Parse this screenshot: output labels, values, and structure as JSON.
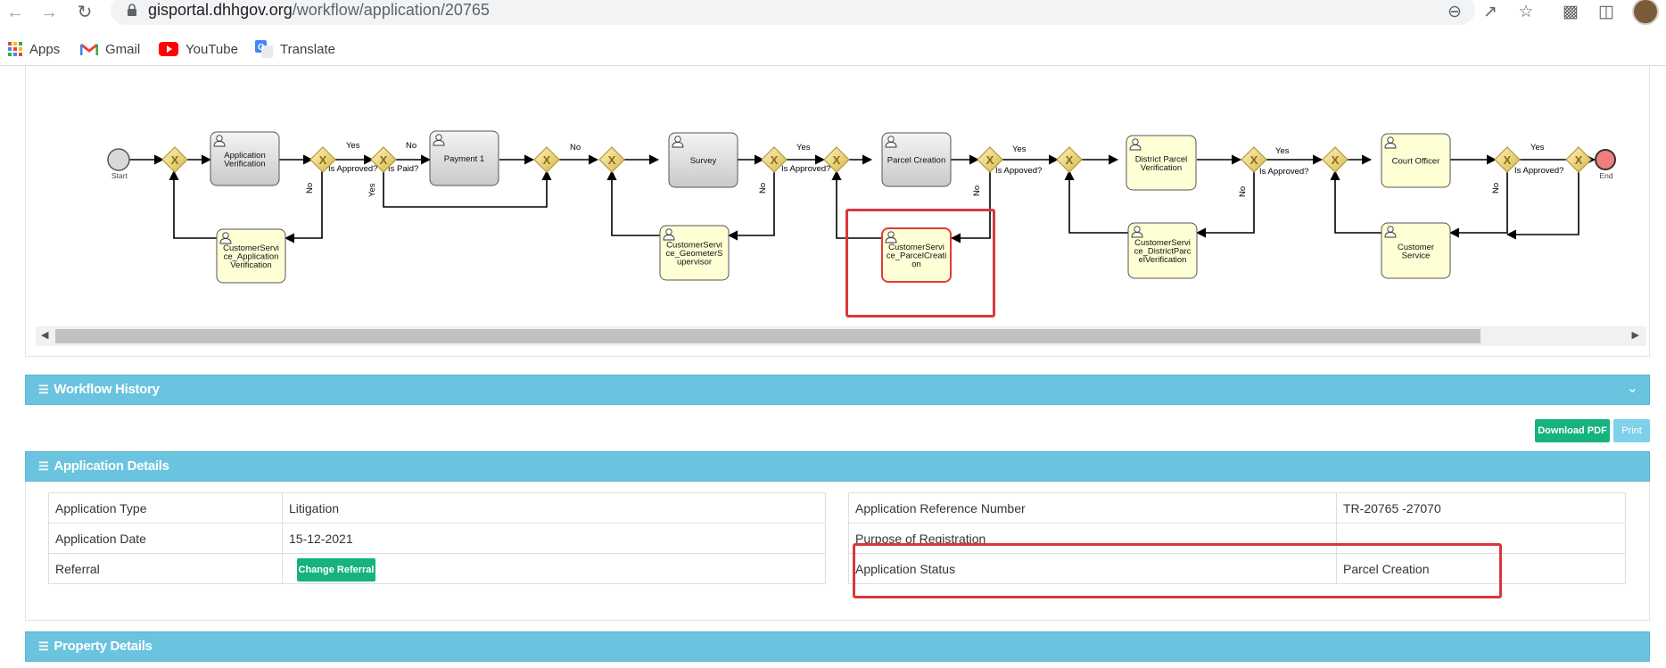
{
  "browser": {
    "url_host": "gisportal.dhhgov.org",
    "url_path": "/workflow/application/20765",
    "bookmarks": [
      {
        "label": "Apps",
        "icon": "apps-grid-icon"
      },
      {
        "label": "Gmail",
        "icon": "gmail-icon"
      },
      {
        "label": "YouTube",
        "icon": "youtube-icon"
      },
      {
        "label": "Translate",
        "icon": "translate-icon"
      }
    ]
  },
  "workflow": {
    "start_label": "Start",
    "end_label": "End",
    "tasks": [
      {
        "lines": [
          "Application",
          "Verification"
        ],
        "style": "gray"
      },
      {
        "lines": [
          "Payment 1"
        ],
        "style": "gray"
      },
      {
        "lines": [
          "Survey"
        ],
        "style": "gray"
      },
      {
        "lines": [
          "Parcel Creation"
        ],
        "style": "gray"
      },
      {
        "lines": [
          "District Parcel",
          "Verification"
        ],
        "style": "yellow"
      },
      {
        "lines": [
          "Court Officer"
        ],
        "style": "yellow"
      },
      {
        "lines": [
          "CustomerServi",
          "ce_Application",
          "Verification"
        ],
        "style": "yellow"
      },
      {
        "lines": [
          "CustomerServi",
          "ce_GeometerS",
          "upervisor"
        ],
        "style": "yellow"
      },
      {
        "lines": [
          "CustomerServi",
          "ce_ParcelCreati",
          "on"
        ],
        "style": "active"
      },
      {
        "lines": [
          "CustomerServi",
          "ce_DistrictParc",
          "elVerification"
        ],
        "style": "yellow"
      },
      {
        "lines": [
          "Customer",
          "Service"
        ],
        "style": "yellow"
      }
    ],
    "flow_labels": {
      "yes": "Yes",
      "no": "No",
      "is_approved": "Is Approved?",
      "is_paid": "Is Paid?",
      "is_appoved": "Is Appoved?"
    }
  },
  "panels": {
    "workflow_history": "Workflow History",
    "application_details": "Application Details",
    "property_details": "Property Details"
  },
  "actions": {
    "download_pdf": "Download PDF",
    "print": "Print",
    "change_referral": "Change Referral"
  },
  "details_left": [
    {
      "label": "Application Type",
      "value": "Litigation"
    },
    {
      "label": "Application Date",
      "value": "15-12-2021"
    },
    {
      "label": "Referral",
      "value": ""
    }
  ],
  "details_right": [
    {
      "label": "Application Reference Number",
      "value": "TR-20765 -27070"
    },
    {
      "label": "Purpose of Registration",
      "value": ""
    },
    {
      "label": "Application Status",
      "value": "Parcel Creation"
    }
  ],
  "colors": {
    "panel": "#6ac3df",
    "button_green": "#16b37c",
    "highlight": "#d9383a",
    "task_gray": "#d6d6d6",
    "task_yellow": "#ffffd6"
  }
}
